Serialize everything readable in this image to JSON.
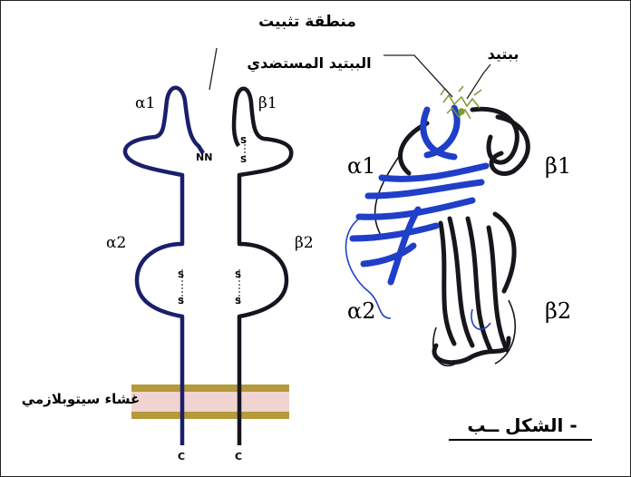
{
  "labels": {
    "binding_region_line1": "منطقة تثبيت",
    "binding_region_line2": "الببتيد المستضدي",
    "peptide": "ببتيد",
    "membrane": "غشاء سيتوبلازمي",
    "figure_caption": "الشكل ــب -"
  },
  "schematic": {
    "alpha1": "α1",
    "beta1": "β1",
    "alpha2": "α2",
    "beta2": "β2",
    "nn": "NN",
    "s": "S",
    "c": "C"
  },
  "ribbon": {
    "alpha1": "α1",
    "beta1": "β1",
    "alpha2": "α2",
    "beta2": "β2"
  },
  "colors": {
    "alpha_chain": "#1a1f6b",
    "beta_chain": "#15151f",
    "membrane_gold": "#b49a3a",
    "membrane_pink": "#f1d4d2",
    "ribbon_blue": "#1f3fc8",
    "ribbon_black": "#16161c",
    "peptide_green": "#7f9a2f"
  }
}
